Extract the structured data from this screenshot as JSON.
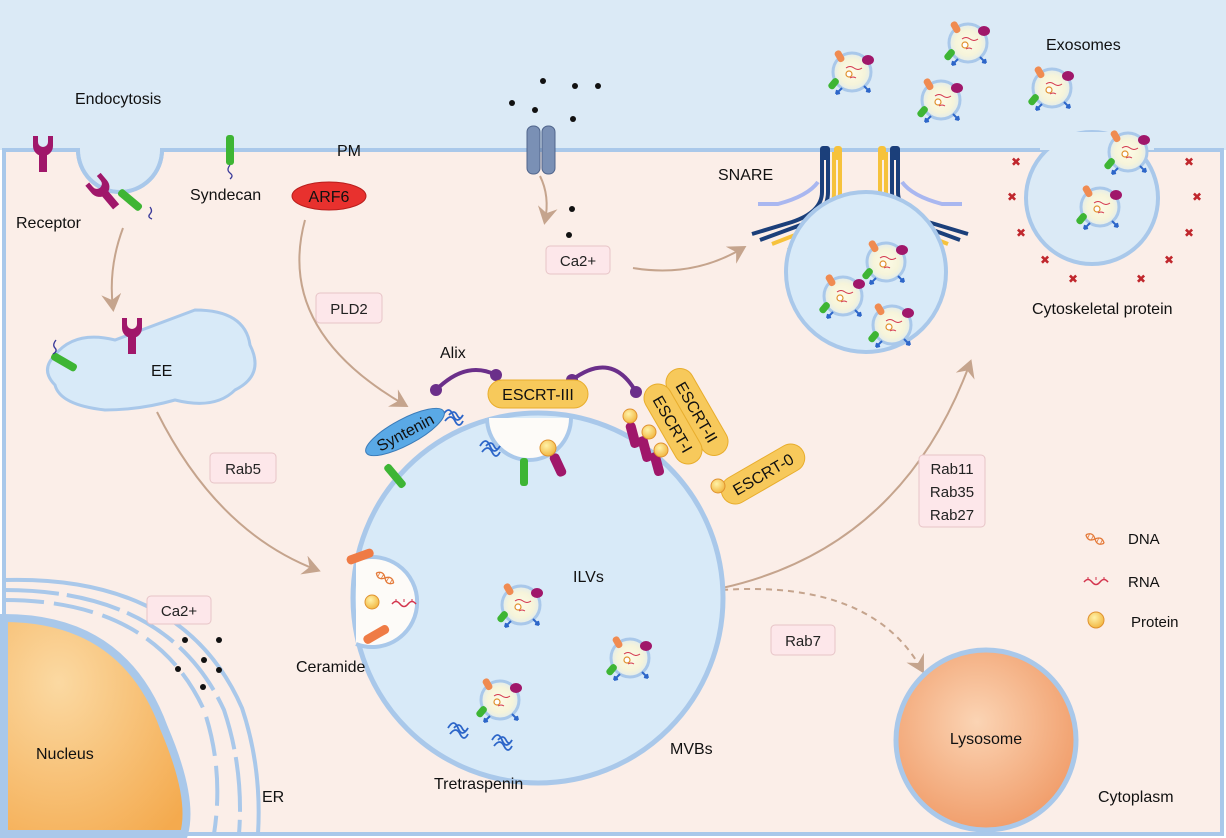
{
  "labels": {
    "endocytosis": "Endocytosis",
    "receptor": "Receptor",
    "syndecan": "Syndecan",
    "pm": "PM",
    "arf6": "ARF6",
    "pld2": "PLD2",
    "ee": "EE",
    "rab5": "Rab5",
    "ca2_top": "Ca2+",
    "ca2_left": "Ca2+",
    "snare": "SNARE",
    "exosomes": "Exosomes",
    "cytoskeletal_protein": "Cytoskeletal protein",
    "alix": "Alix",
    "syntenin": "Syntenin",
    "escrt_iii": "ESCRT-III",
    "escrt_ii": "ESCRT-II",
    "escrt_i": "ESCRT-I",
    "escrt_0": "ESCRT-0",
    "rab11": "Rab11",
    "rab35": "Rab35",
    "rab27": "Rab27",
    "ilvs": "ILVs",
    "ceramide": "Ceramide",
    "tetraspanin": "Tretraspenin",
    "mvbs": "MVBs",
    "rab7": "Rab7",
    "lysosome": "Lysosome",
    "nucleus": "Nucleus",
    "er": "ER",
    "cytoplasm": "Cytoplasm"
  },
  "legend": [
    {
      "name": "DNA",
      "icon": "dna-icon"
    },
    {
      "name": "RNA",
      "icon": "rna-icon"
    },
    {
      "name": "Protein",
      "icon": "protein-icon"
    }
  ],
  "colors": {
    "extracellular": "#dbeaf6",
    "cytoplasm": "#fbeee8",
    "membrane": "#a9c8ea",
    "vesicle_fill": "#dcebf8",
    "arf6": "#e8312e",
    "escrt": "#f7c95b",
    "syntenin": "#5aa9e6",
    "alix": "#6b2f8a",
    "syndecan": "#3eb534",
    "receptor": "#a0176a",
    "arrow": "#c5a48d",
    "lysosome": "#f2a878",
    "nucleus": "#f4b462"
  }
}
